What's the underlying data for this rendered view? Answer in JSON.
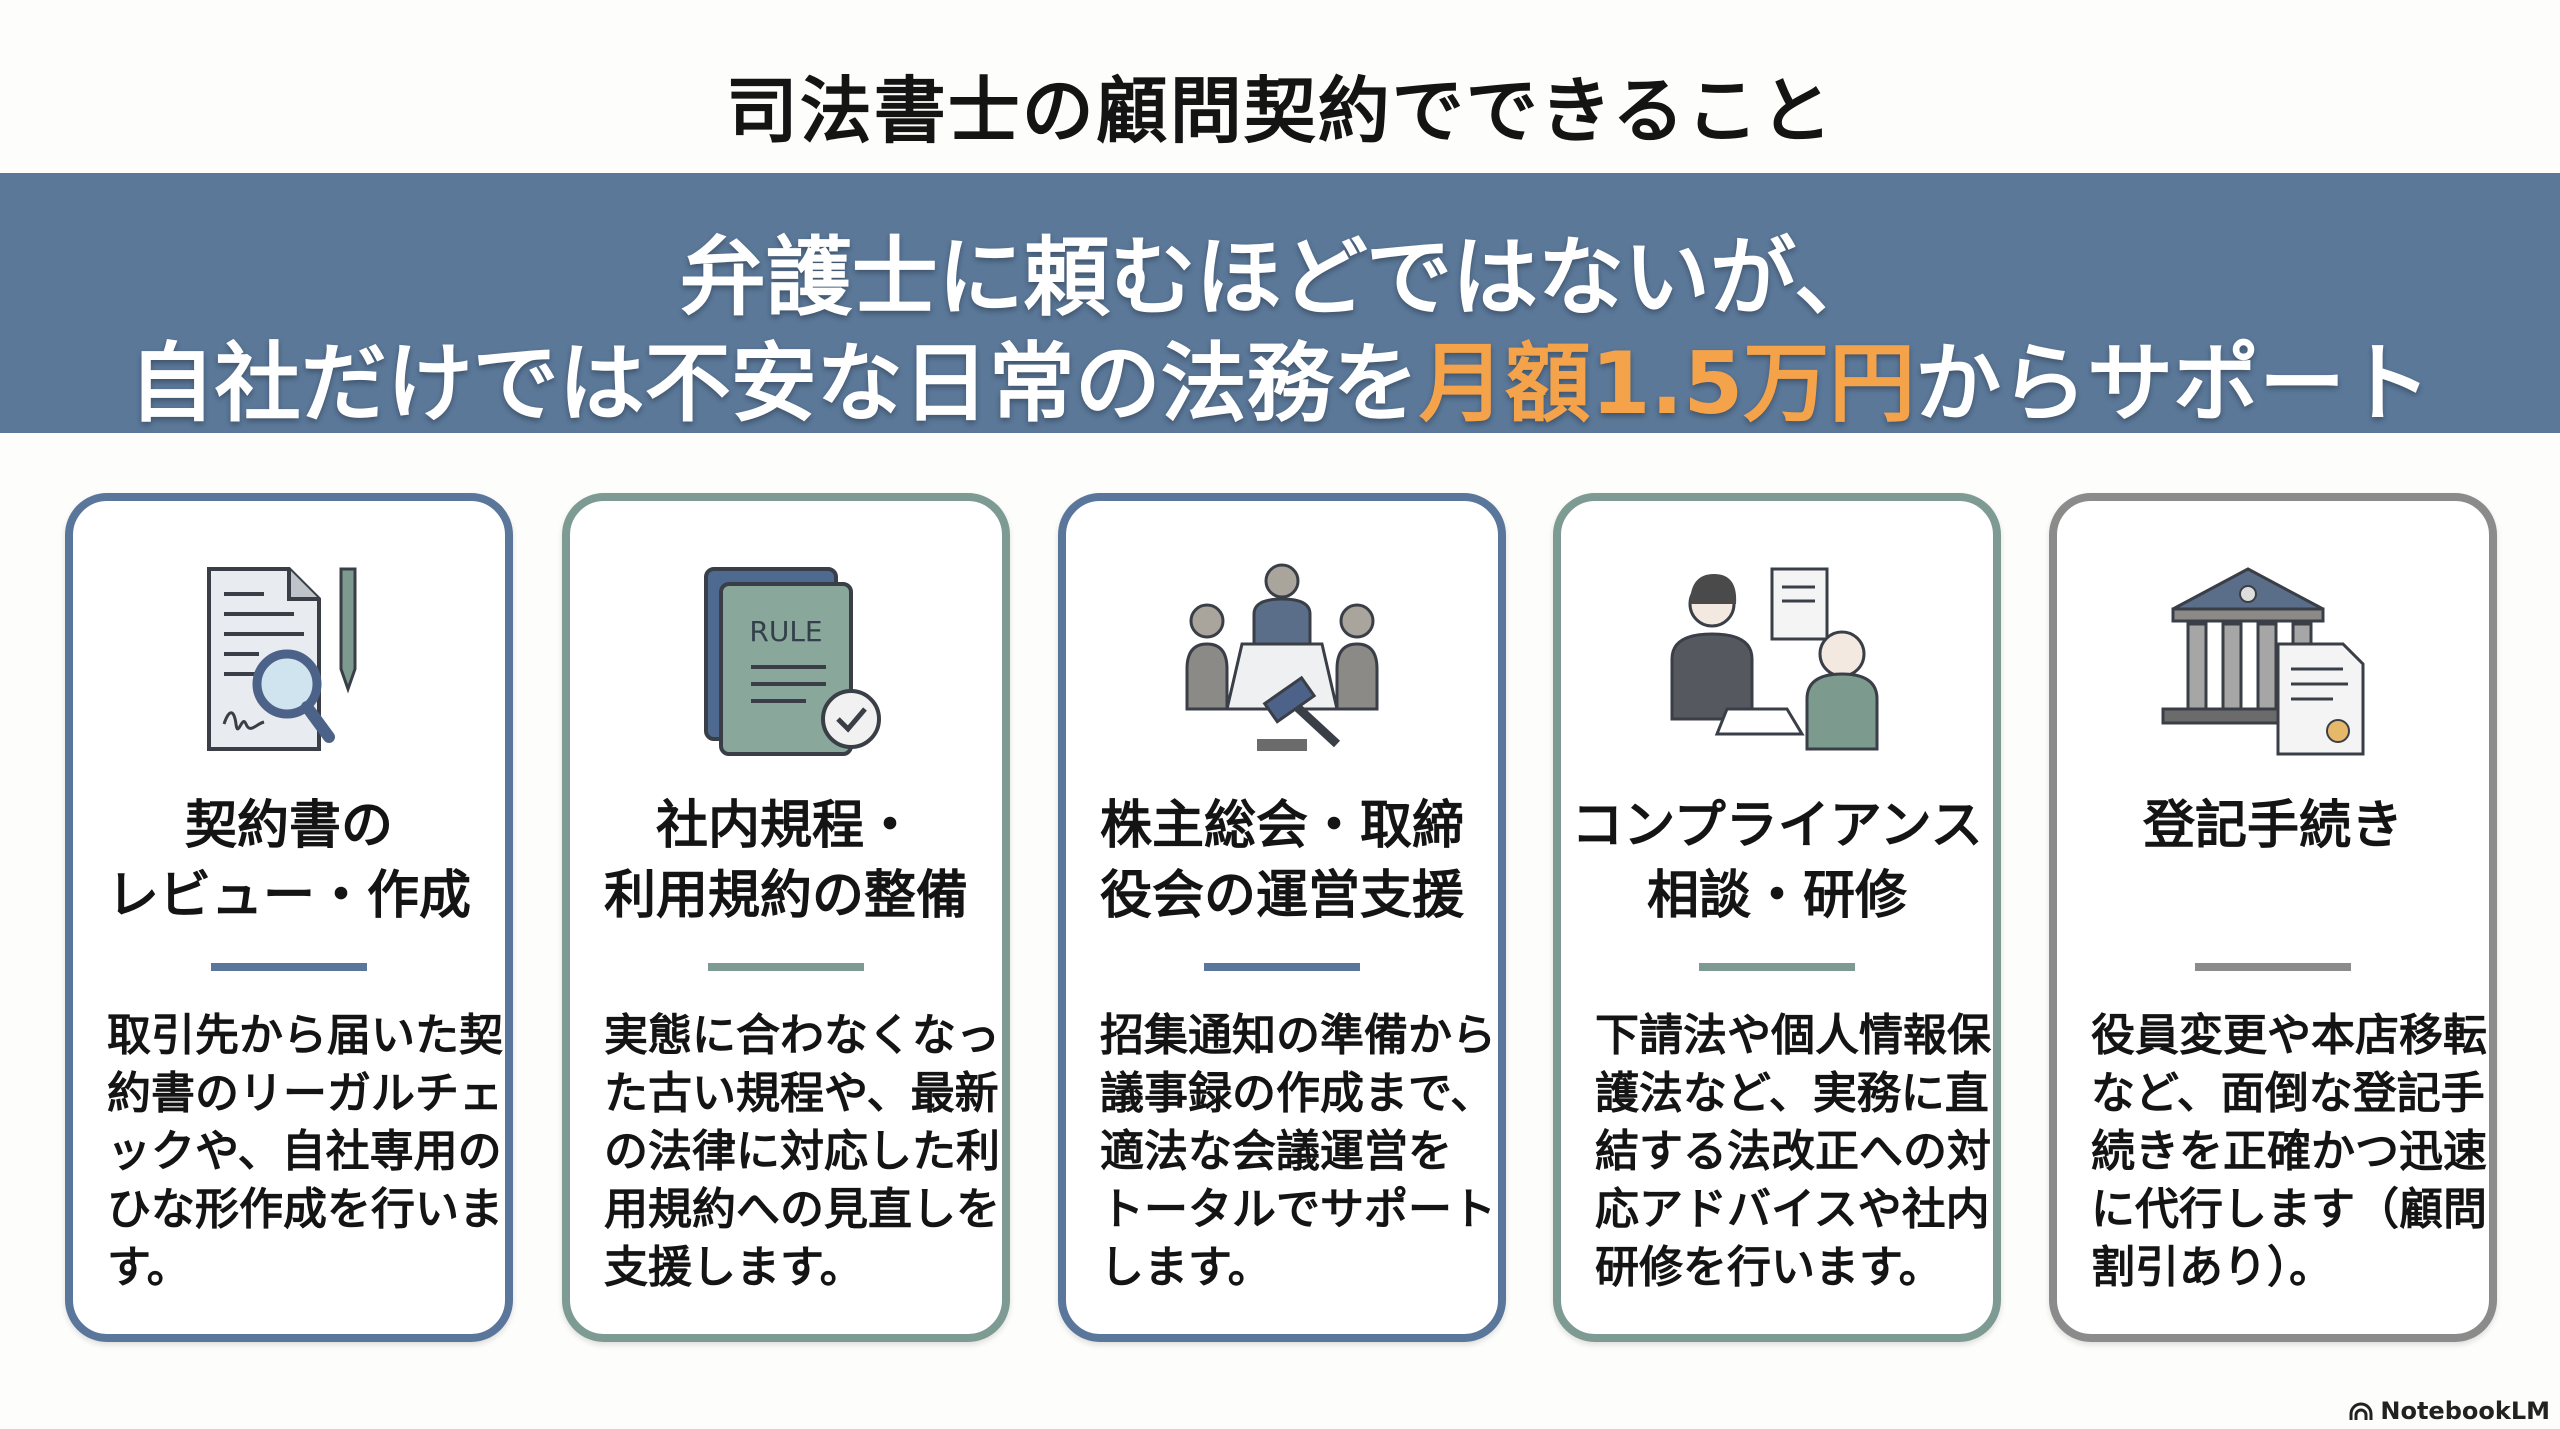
{
  "title": "司法書士の顧問契約でできること",
  "banner": {
    "line1": "弁護士に頼むほどではないが、",
    "line2_pre": "自社だけでは不安な日常の法務を",
    "line2_highlight": "月額1.5万円",
    "line2_post": "からサポート",
    "highlight_color": "#f5a34b"
  },
  "cards": [
    {
      "heading": [
        "契約書の",
        "レビュー・作成"
      ],
      "body": [
        "取引先から届いた契",
        "約書のリーガルチェ",
        "ックや、自社専用の",
        "ひな形作成を行いま",
        "す。"
      ],
      "icon": "document-magnifier-pen-icon",
      "color": "#5b769b"
    },
    {
      "heading": [
        "社内規程・",
        "利用規約の整備"
      ],
      "body": [
        "実態に合わなくなっ",
        "た古い規程や、最新",
        "の法律に対応した利",
        "用規約への見直しを",
        "支援します。"
      ],
      "icon": "rule-book-check-icon",
      "icon_text": "RULE",
      "color": "#7d9a93"
    },
    {
      "heading": [
        "株主総会・取締",
        "役会の運営支援"
      ],
      "body": [
        "招集通知の準備から",
        "議事録の作成まで、",
        "適法な会議運営を",
        "トータルでサポート",
        "します。"
      ],
      "icon": "meeting-gavel-icon",
      "color": "#5b769b"
    },
    {
      "heading": [
        "コンプライアンス",
        "相談・研修"
      ],
      "body": [
        "下請法や個人情報保",
        "護法など、実務に直",
        "結する法改正への対",
        "応アドバイスや社内",
        "研修を行います。"
      ],
      "icon": "consultation-icon",
      "color": "#7d9a93"
    },
    {
      "heading": [
        "登記手続き",
        ""
      ],
      "body": [
        "役員変更や本店移転",
        "など、面倒な登記手",
        "続きを正確かつ迅速",
        "に代行します（顧問",
        "割引あり）。"
      ],
      "icon": "government-building-certificate-icon",
      "color": "#8b8b8b"
    }
  ],
  "footer": {
    "brand": "NotebookLM"
  }
}
